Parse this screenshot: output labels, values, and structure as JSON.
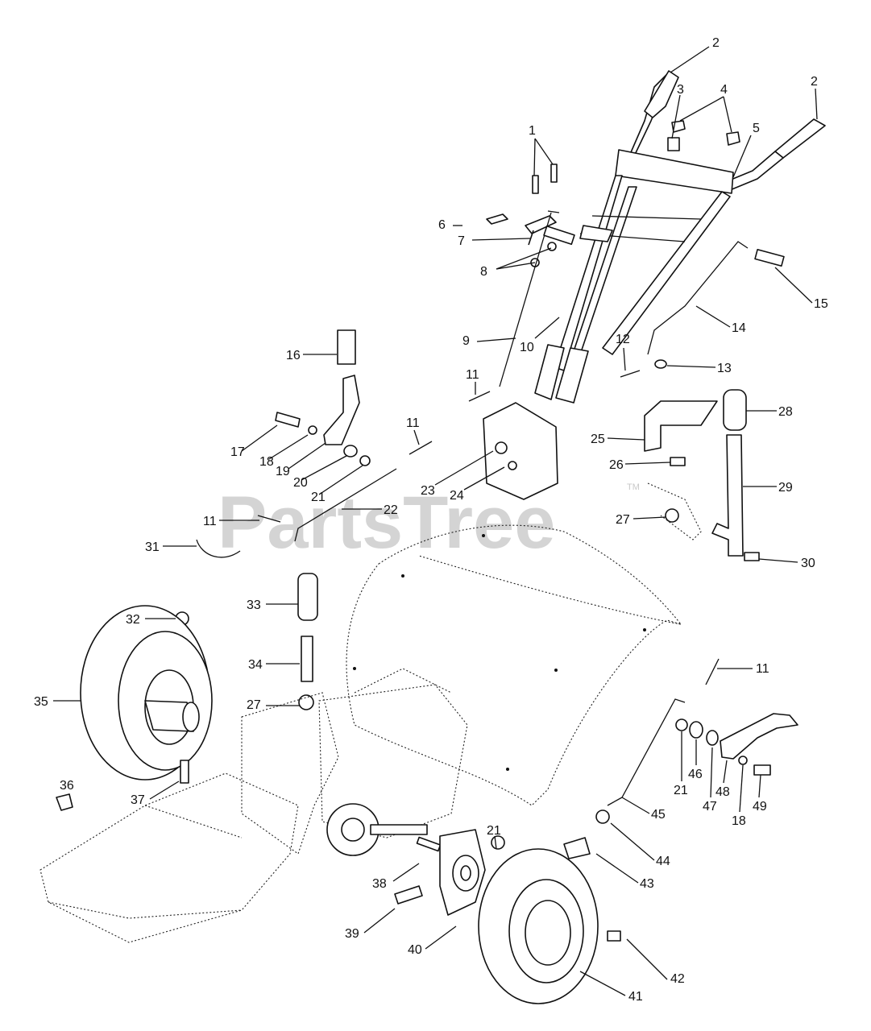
{
  "watermark": {
    "text": "PartsTree",
    "mark": "TM"
  },
  "callouts": [
    {
      "label": "1"
    },
    {
      "label": "2"
    },
    {
      "label": "2"
    },
    {
      "label": "3"
    },
    {
      "label": "4"
    },
    {
      "label": "5"
    },
    {
      "label": "6"
    },
    {
      "label": "7"
    },
    {
      "label": "8"
    },
    {
      "label": "9"
    },
    {
      "label": "10"
    },
    {
      "label": "11"
    },
    {
      "label": "11"
    },
    {
      "label": "11"
    },
    {
      "label": "11"
    },
    {
      "label": "12"
    },
    {
      "label": "13"
    },
    {
      "label": "14"
    },
    {
      "label": "15"
    },
    {
      "label": "16"
    },
    {
      "label": "17"
    },
    {
      "label": "18"
    },
    {
      "label": "18"
    },
    {
      "label": "19"
    },
    {
      "label": "20"
    },
    {
      "label": "21"
    },
    {
      "label": "21"
    },
    {
      "label": "21"
    },
    {
      "label": "22"
    },
    {
      "label": "23"
    },
    {
      "label": "24"
    },
    {
      "label": "25"
    },
    {
      "label": "26"
    },
    {
      "label": "27"
    },
    {
      "label": "27"
    },
    {
      "label": "28"
    },
    {
      "label": "29"
    },
    {
      "label": "30"
    },
    {
      "label": "31"
    },
    {
      "label": "32"
    },
    {
      "label": "33"
    },
    {
      "label": "34"
    },
    {
      "label": "35"
    },
    {
      "label": "36"
    },
    {
      "label": "37"
    },
    {
      "label": "38"
    },
    {
      "label": "39"
    },
    {
      "label": "40"
    },
    {
      "label": "41"
    },
    {
      "label": "42"
    },
    {
      "label": "43"
    },
    {
      "label": "44"
    },
    {
      "label": "45"
    },
    {
      "label": "46"
    },
    {
      "label": "47"
    },
    {
      "label": "48"
    },
    {
      "label": "49"
    }
  ]
}
